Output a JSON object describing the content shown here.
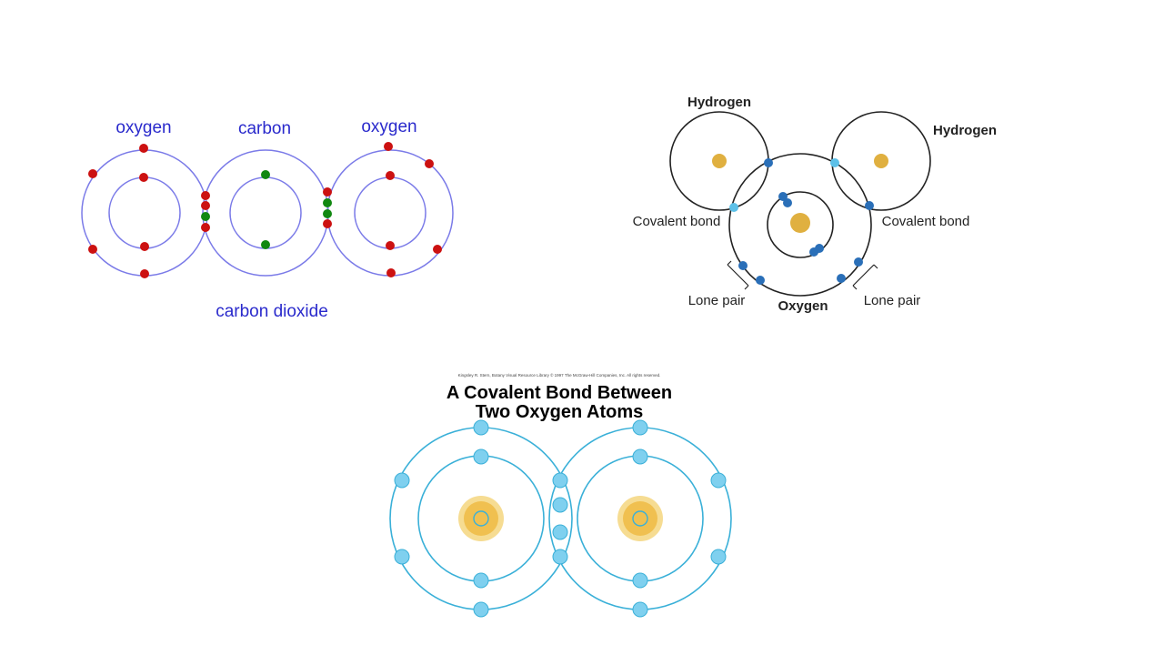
{
  "co2_diagram": {
    "labels": {
      "left_atom": "oxygen",
      "center_atom": "carbon",
      "right_atom": "oxygen",
      "caption": "carbon dioxide"
    },
    "colors": {
      "shell": "#7b7be8",
      "oxygen_electron": "#cc1111",
      "carbon_electron": "#118811",
      "label": "#2a2acc"
    }
  },
  "h2o_diagram": {
    "labels": {
      "hydrogen_left": "Hydrogen",
      "hydrogen_right": "Hydrogen",
      "covalent_bond_left": "Covalent bond",
      "covalent_bond_right": "Covalent bond",
      "lone_pair_left": "Lone pair",
      "lone_pair_right": "Lone pair",
      "oxygen": "Oxygen"
    },
    "colors": {
      "shell": "#222222",
      "nucleus": "#e0b040",
      "electron": "#2a6fb8",
      "shared_electron": "#5cc0e8"
    }
  },
  "o2_diagram": {
    "credit": "Kingsley R. Stern, Botany Visual Resource Library © 1997 The McGraw-Hill Companies, Inc. All rights reserved.",
    "title_line1": "A Covalent Bond Between",
    "title_line2": "Two Oxygen Atoms",
    "colors": {
      "shell": "#3ab0d8",
      "electron": "#7fd0ef",
      "nucleus": "#f0c050"
    }
  }
}
